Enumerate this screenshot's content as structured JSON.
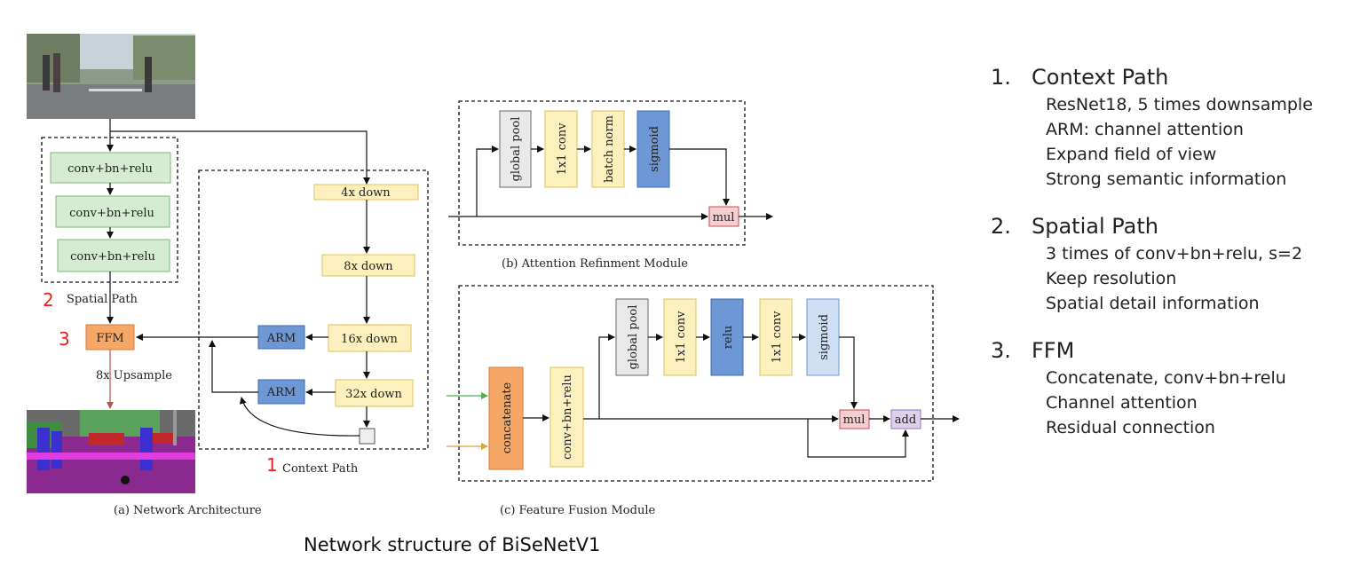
{
  "footer_caption": "Network structure of BiSeNetV1",
  "panels": {
    "a_caption": "(a) Network Architecture",
    "b_caption": "(b) Attention Refinment Module",
    "c_caption": "(c) Feature Fusion Module"
  },
  "network": {
    "spatial_blocks": [
      "conv+bn+relu",
      "conv+bn+relu",
      "conv+bn+relu"
    ],
    "spatial_label": "Spatial Path",
    "spatial_num": "2",
    "context_blocks": [
      "4x down",
      "8x down",
      "16x down",
      "32x down"
    ],
    "context_label": "Context Path",
    "context_num": "1",
    "arm_labels": [
      "ARM",
      "ARM"
    ],
    "ffm_label": "FFM",
    "ffm_num": "3",
    "upsample_label": "8x Upsample"
  },
  "arm_module": {
    "blocks": [
      "global pool",
      "1x1 conv",
      "batch norm",
      "sigmoid"
    ],
    "mul": "mul"
  },
  "ffm_module": {
    "concat": "concatenate",
    "conv": "conv+bn+relu",
    "blocks": [
      "global pool",
      "1x1 conv",
      "relu",
      "1x1 conv",
      "sigmoid"
    ],
    "mul": "mul",
    "add": "add"
  },
  "notes": [
    {
      "number": "1.",
      "title": "Context Path",
      "items": [
        "ResNet18, 5 times downsample",
        "ARM:  channel attention",
        "Expand field of view",
        "Strong semantic information"
      ]
    },
    {
      "number": "2.",
      "title": "Spatial Path",
      "items": [
        "3 times of conv+bn+relu, s=2",
        "Keep resolution",
        "Spatial detail information"
      ]
    },
    {
      "number": "3.",
      "title": "FFM",
      "items": [
        "Concatenate, conv+bn+relu",
        "Channel attention",
        "Residual connection"
      ]
    }
  ],
  "colors": {
    "spatial_green": "#d5ecd0",
    "context_yellow": "#fdf0bf",
    "arm_blue": "#6e97d6",
    "ffm_orange": "#f6a765",
    "gray": "#e9e9e9",
    "pink": "#f6cdd1",
    "purple": "#ddd0ea",
    "light_blue": "#cfe0f4",
    "red_number": "#e8211d"
  }
}
